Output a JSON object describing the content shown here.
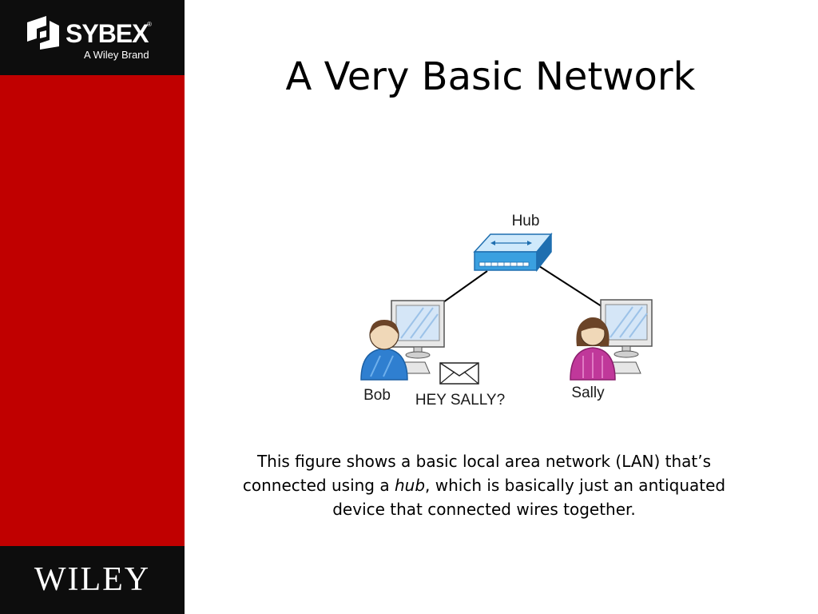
{
  "brand": {
    "sybex_name": "SYBEX",
    "sybex_reg": "®",
    "sybex_tagline": "A Wiley Brand",
    "wiley_name": "WILEY",
    "colors": {
      "sidebar": "#c00000",
      "logo_bg": "#0d0d0d"
    }
  },
  "slide": {
    "title": "A Very Basic Network",
    "caption_before": "This figure shows a basic local area network (LAN) that’s connected using a ",
    "caption_em": "hub",
    "caption_after": ", which is basically just an antiquated device that connected wires together."
  },
  "diagram": {
    "hub_label": "Hub",
    "bob_label": "Bob",
    "sally_label": "Sally",
    "message": "HEY SALLY?",
    "colors": {
      "hub": "#3aa0e0",
      "bob": "#2f7fd0",
      "sally": "#c0389a"
    }
  }
}
